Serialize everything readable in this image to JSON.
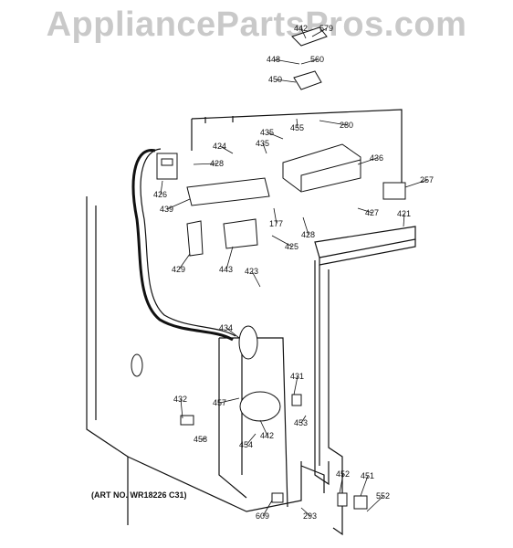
{
  "watermark": "AppliancePartsPros.com",
  "art_number": "(ART NO. WR18226 C31)",
  "callouts": [
    "442",
    "579",
    "448",
    "560",
    "450",
    "455",
    "280",
    "435",
    "424",
    "435",
    "428",
    "426",
    "436",
    "257",
    "439",
    "177",
    "428",
    "427",
    "421",
    "429",
    "443",
    "425",
    "423",
    "434",
    "431",
    "432",
    "457",
    "453",
    "442",
    "458",
    "454",
    "452",
    "451",
    "552",
    "609",
    "293"
  ]
}
